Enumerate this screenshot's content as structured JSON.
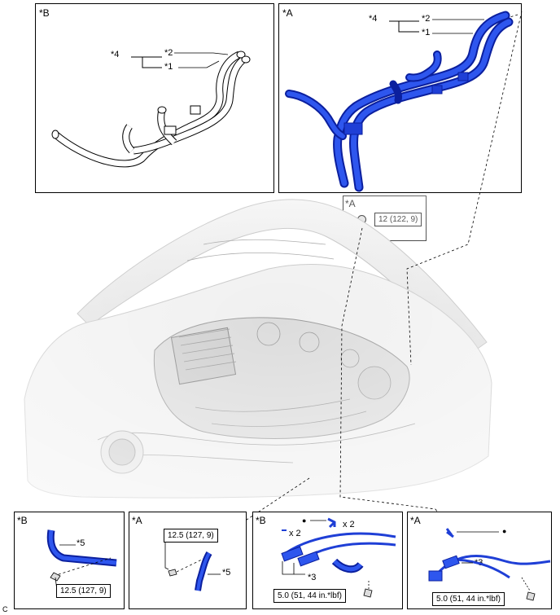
{
  "panels": {
    "top_left": {
      "label": "*B",
      "labels": [
        "*4",
        "*2",
        "*1"
      ]
    },
    "top_right": {
      "label": "*A",
      "labels": [
        "*4",
        "*2",
        "*1"
      ]
    },
    "nut_panel": {
      "label": "*A",
      "torque": "12 (122, 9)"
    },
    "bottom_1": {
      "label": "*B",
      "part": "*5",
      "torque": "12.5 (127, 9)"
    },
    "bottom_2": {
      "label": "*A",
      "part": "*5",
      "torque": "12.5 (127, 9)"
    },
    "bottom_3": {
      "label": "*B",
      "qty_a": "x 2",
      "qty_b": "x 2",
      "part": "*3",
      "dot": "●",
      "torque": "5.0 (51, 44 in.*lbf)"
    },
    "bottom_4": {
      "label": "*A",
      "part": "*3",
      "dot": "●",
      "torque": "5.0 (51, 44 in.*lbf)"
    }
  },
  "figure_code": "C",
  "colors": {
    "hose_blue": "#1f3fd6",
    "hose_dark": "#0b1f9e",
    "engine_grey": "#c8c8c8"
  }
}
